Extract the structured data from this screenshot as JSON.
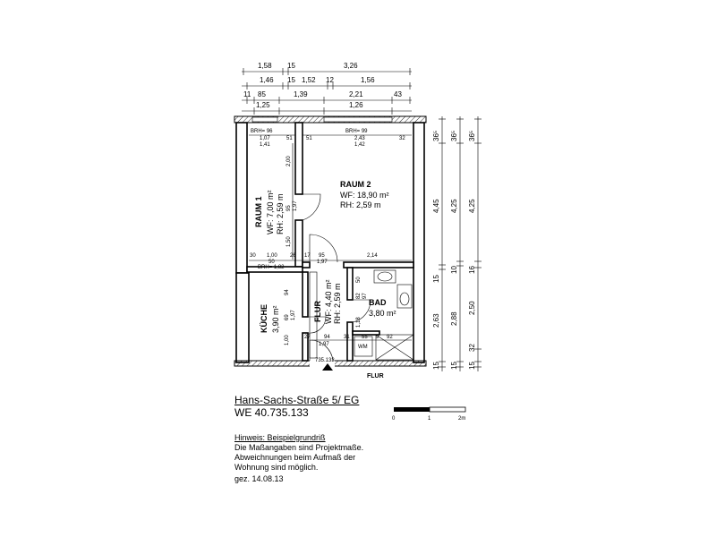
{
  "header_dims": {
    "row1": [
      "1,58",
      "15",
      "3,26"
    ],
    "row2": [
      "1,46",
      "15",
      "1,52",
      "12",
      "1,56"
    ],
    "row3": [
      "11",
      "85",
      "1,39",
      "2,21",
      "43"
    ],
    "row4": [
      "1,25",
      "1,26"
    ]
  },
  "right_dims": {
    "col1": [
      "36⁵",
      "4,45",
      "15",
      "2,63",
      "15"
    ],
    "col2": [
      "36⁵",
      "4,25",
      "10",
      "2,88",
      "15"
    ],
    "col3": [
      "36⁵",
      "4,25",
      "16",
      "2,50",
      "32",
      "15"
    ]
  },
  "rooms": {
    "raum1": {
      "name": "RAUM 1",
      "wf": "WF:  7,00 m²",
      "rh": "RH:  2,59 m"
    },
    "raum2": {
      "name": "RAUM 2",
      "wf": "WF:  18,90 m²",
      "rh": "RH:   2,59 m"
    },
    "kueche": {
      "name": "KÜCHE",
      "area": "3,90 m²"
    },
    "flur": {
      "name": "FLUR",
      "wf": "WF: 4,40 m²",
      "rh": "RH: 2,59 m"
    },
    "bad": {
      "name": "BAD",
      "area": "3,80 m²"
    },
    "outside_flur": "FLUR"
  },
  "inner_labels": {
    "brh96": "BRH= 96",
    "brh99": "BRH= 99",
    "brh182": "BRH= 1,82",
    "d107": "1,07",
    "d141": "1,41",
    "d51a": "51",
    "d51b": "51",
    "d243": "2,43",
    "d142": "1,42",
    "d32": "32",
    "d200": "2,00",
    "d95v": "95",
    "d197v": "1,97",
    "d150": "1,50",
    "d30": "30",
    "d100": "1,00",
    "d26": "26",
    "d17": "17",
    "d95h": "95",
    "d197h": "1,97",
    "d214": "2,14",
    "d50": "50",
    "d50v": "50",
    "d94": "94",
    "d69": "69",
    "d197k": "1,97",
    "d82": "82",
    "d97": "97",
    "d118": "1,18",
    "d100k": "1,00",
    "d27": "27",
    "d94b": "94",
    "d31": "31",
    "d55": "55",
    "d9": "9",
    "d92": "92",
    "d197b": "1,97",
    "wm": "WM",
    "entrance": "735.133"
  },
  "scale": {
    "labels": [
      "0",
      "1",
      "2m"
    ]
  },
  "info": {
    "address": "Hans-Sachs-Straße 5/ EG",
    "we": "WE 40.735.133",
    "hint_title": "Hinweis: Beispielgrundriß",
    "hint_lines": [
      "Die Maßangaben sind Projektmaße.",
      "Abweichnungen beim Aufmaß der",
      "Wohnung sind möglich."
    ],
    "signed": "gez. 14.08.13"
  }
}
